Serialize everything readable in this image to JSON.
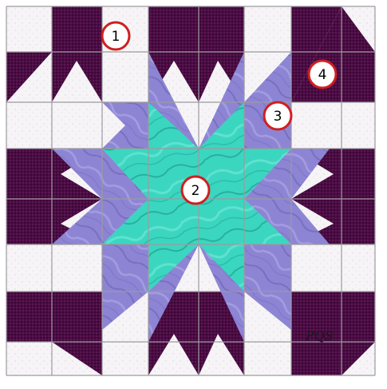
{
  "labels": [
    "1",
    "2",
    "3",
    "4"
  ],
  "colors": {
    "background": "#f4f2f4",
    "grid": "#9d9a9f",
    "dark_purple": "#4f0d47",
    "lavender": "#8f86d6",
    "teal": "#36d6bf",
    "callout_ring": "#cf1f1f",
    "callout_fill": "#ffffff"
  },
  "signature": "PQS"
}
